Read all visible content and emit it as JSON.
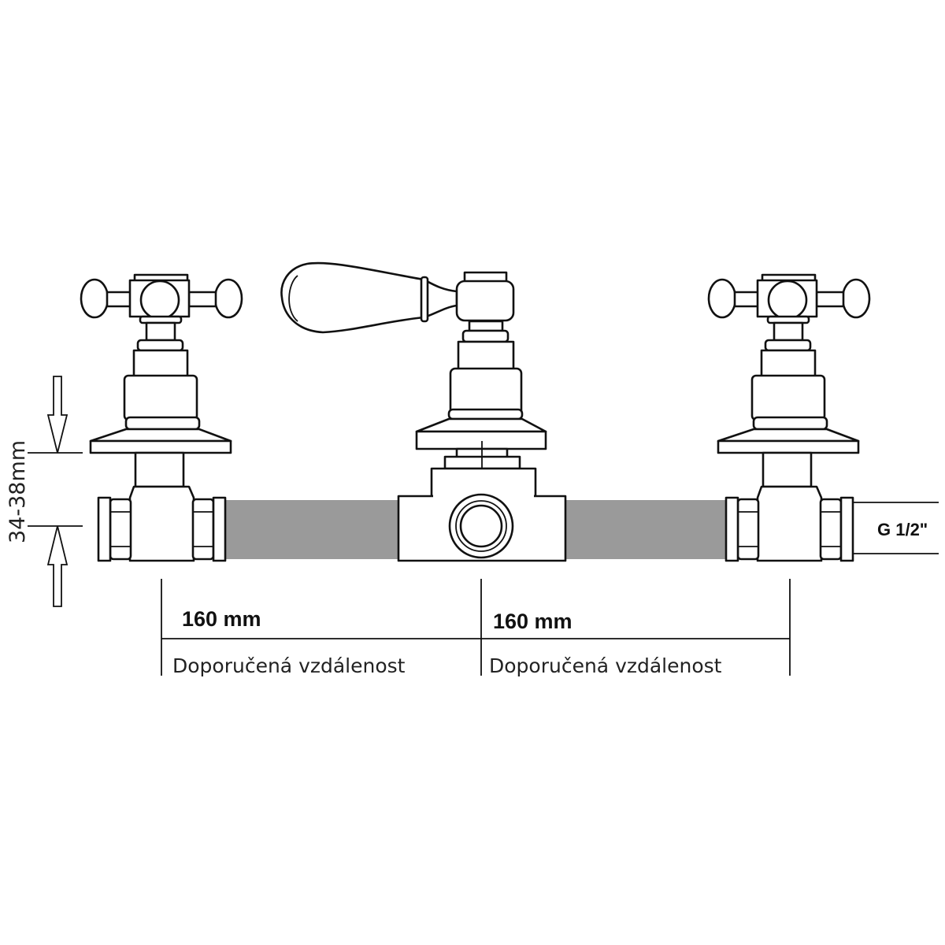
{
  "title": "Valve installation diagram",
  "labels": {
    "depth": "34-38mm",
    "thread": "G 1/2\"",
    "distance_left": "160 mm",
    "distance_right": "160 mm",
    "recommended_left": "Doporučená vzdálenost",
    "recommended_right": "Doporučená vzdálenost"
  },
  "colors": {
    "pipe": "#9a9a9a",
    "line": "#111111"
  }
}
